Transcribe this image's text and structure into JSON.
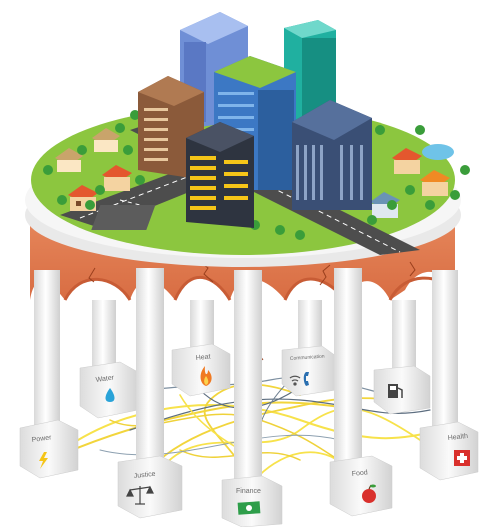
{
  "pillars": {
    "power": "Power",
    "water": "Water",
    "heat": "Heat",
    "communication": "Communication",
    "justice": "Justice",
    "finance": "Finance",
    "food": "Food",
    "health": "Health"
  },
  "colors": {
    "grass": "#8cc63f",
    "road": "#4d4d4d",
    "arch": "#e07b50",
    "pillar": "#f2f2f2",
    "wire": "#f7e24b"
  },
  "icons": {
    "power": "lightning-icon",
    "water": "water-drop-icon",
    "heat": "flame-icon",
    "communication": "phone-wifi-icon",
    "justice": "scales-icon",
    "finance": "banknote-icon",
    "food": "apple-icon",
    "health": "medical-cross-icon",
    "extra": "fuel-pump-icon"
  }
}
